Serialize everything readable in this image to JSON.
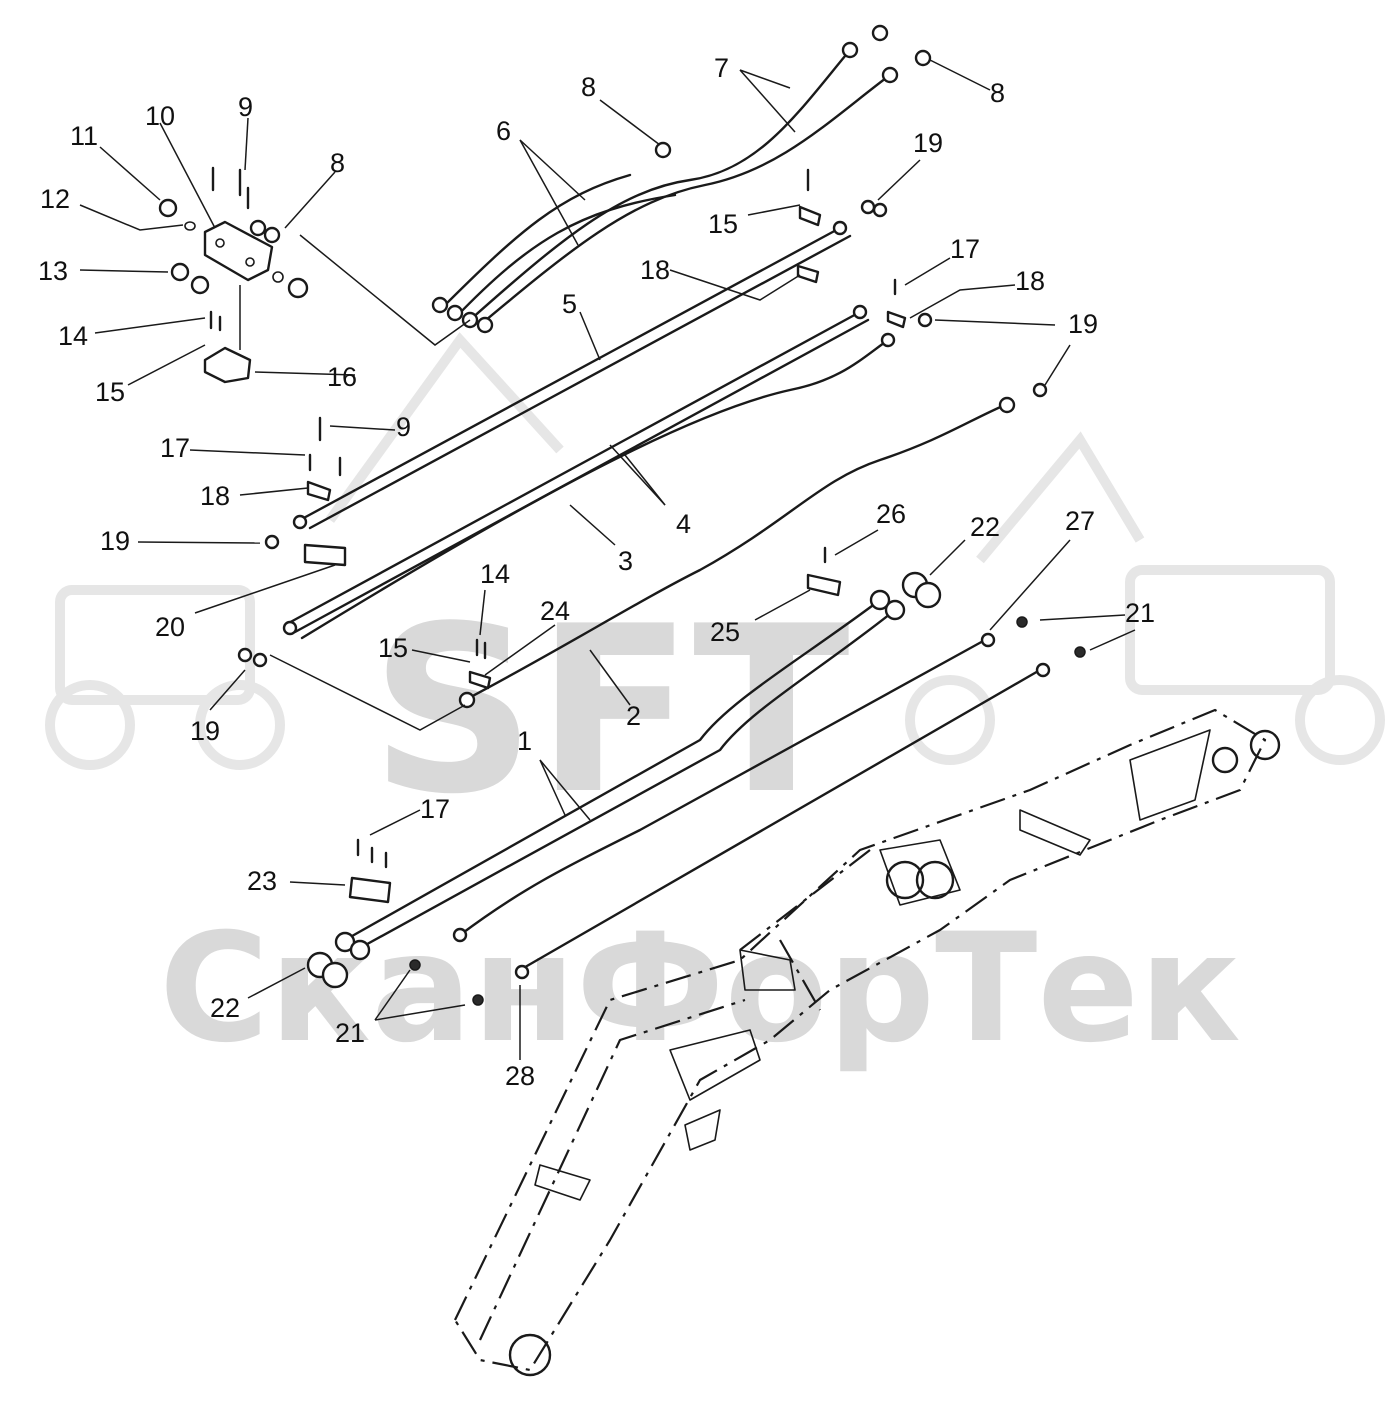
{
  "watermark": {
    "logo": "SFT",
    "company": "СканФорТек"
  },
  "callouts": [
    {
      "id": "c1",
      "text": "1"
    },
    {
      "id": "c2",
      "text": "2"
    },
    {
      "id": "c3",
      "text": "3"
    },
    {
      "id": "c4",
      "text": "4"
    },
    {
      "id": "c5",
      "text": "5"
    },
    {
      "id": "c6",
      "text": "6"
    },
    {
      "id": "c7",
      "text": "7"
    },
    {
      "id": "c8a",
      "text": "8"
    },
    {
      "id": "c8b",
      "text": "8"
    },
    {
      "id": "c8c",
      "text": "8"
    },
    {
      "id": "c9a",
      "text": "9"
    },
    {
      "id": "c9b",
      "text": "9"
    },
    {
      "id": "c10",
      "text": "10"
    },
    {
      "id": "c11",
      "text": "11"
    },
    {
      "id": "c12",
      "text": "12"
    },
    {
      "id": "c13",
      "text": "13"
    },
    {
      "id": "c14a",
      "text": "14"
    },
    {
      "id": "c14b",
      "text": "14"
    },
    {
      "id": "c15a",
      "text": "15"
    },
    {
      "id": "c15b",
      "text": "15"
    },
    {
      "id": "c15c",
      "text": "15"
    },
    {
      "id": "c16",
      "text": "16"
    },
    {
      "id": "c17a",
      "text": "17"
    },
    {
      "id": "c17b",
      "text": "17"
    },
    {
      "id": "c17c",
      "text": "17"
    },
    {
      "id": "c18a",
      "text": "18"
    },
    {
      "id": "c18b",
      "text": "18"
    },
    {
      "id": "c18c",
      "text": "18"
    },
    {
      "id": "c19a",
      "text": "19"
    },
    {
      "id": "c19b",
      "text": "19"
    },
    {
      "id": "c19c",
      "text": "19"
    },
    {
      "id": "c19d",
      "text": "19"
    },
    {
      "id": "c20",
      "text": "20"
    },
    {
      "id": "c21a",
      "text": "21"
    },
    {
      "id": "c21b",
      "text": "21"
    },
    {
      "id": "c22a",
      "text": "22"
    },
    {
      "id": "c22b",
      "text": "22"
    },
    {
      "id": "c23",
      "text": "23"
    },
    {
      "id": "c24",
      "text": "24"
    },
    {
      "id": "c25",
      "text": "25"
    },
    {
      "id": "c26",
      "text": "26"
    },
    {
      "id": "c27",
      "text": "27"
    },
    {
      "id": "c28",
      "text": "28"
    }
  ]
}
